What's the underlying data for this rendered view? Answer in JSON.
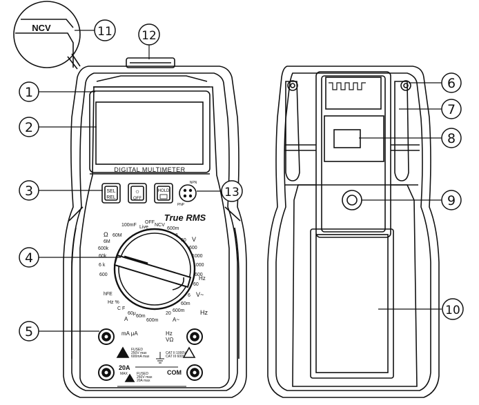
{
  "front": {
    "ncv_label": "NCV",
    "display_label": "DIGITAL MULTIMETER",
    "brand": "True RMS",
    "buttons": {
      "sel_top": "SEL",
      "sel_bottom": "REL",
      "light_bottom": "OFF",
      "hold_top": "HOLD"
    },
    "npn_label": "NPN",
    "pnp_label": "PNP",
    "dial_labels": [
      {
        "id": "100mF",
        "text": "100mF"
      },
      {
        "id": "live",
        "text": "Live"
      },
      {
        "id": "off",
        "text": "OFF"
      },
      {
        "id": "ncv",
        "text": "NCV"
      },
      {
        "id": "600m-top",
        "text": "600m"
      },
      {
        "id": "60m-ohm",
        "text": "60M"
      },
      {
        "id": "ohm",
        "text": "Ω"
      },
      {
        "id": "6m",
        "text": "6M"
      },
      {
        "id": "600k",
        "text": "600k"
      },
      {
        "id": "60k",
        "text": "60k"
      },
      {
        "id": "6k",
        "text": "6 k"
      },
      {
        "id": "600-ohm",
        "text": "600"
      },
      {
        "id": "hfe",
        "text": "hFE"
      },
      {
        "id": "hz-pct",
        "text": "Hz %"
      },
      {
        "id": "cf",
        "text": "C F"
      },
      {
        "id": "60u",
        "text": "60μ"
      },
      {
        "id": "60m-a",
        "text": "60m"
      },
      {
        "id": "600m-a",
        "text": "600m"
      },
      {
        "id": "a-dc",
        "text": "A"
      },
      {
        "id": "20-a",
        "text": "20"
      },
      {
        "id": "a-ac",
        "text": "A~"
      },
      {
        "id": "600m-hz",
        "text": "600m"
      },
      {
        "id": "hz-bottom",
        "text": "Hz"
      },
      {
        "id": "60m-v",
        "text": "60m"
      },
      {
        "id": "6-v",
        "text": "6"
      },
      {
        "id": "v-ac",
        "text": "V~"
      },
      {
        "id": "60-v",
        "text": "60"
      },
      {
        "id": "hz-mid",
        "text": "Hz"
      },
      {
        "id": "600-v",
        "text": "600"
      },
      {
        "id": "1000-a",
        "text": "1000"
      },
      {
        "id": "1000-b",
        "text": "1000"
      },
      {
        "id": "600-dc",
        "text": "600"
      },
      {
        "id": "60-dc",
        "text": "60"
      },
      {
        "id": "v-dc",
        "text": "V"
      },
      {
        "id": "6-dc",
        "text": "6"
      }
    ],
    "terminals": {
      "ma_ua": "mA μA",
      "fused_small": "FUSED",
      "fused_small_2": "250V max",
      "fused_small_3": "600mA max",
      "a20": "20A",
      "a20_max": "MAX",
      "fused_big": "FUSED",
      "fused_big_2": "250V max",
      "fused_big_3": "20A max",
      "vohm_top": "Hz",
      "vohm": "VΩ",
      "cat1": "CAT II 1000V",
      "cat2": "CAT III 600V",
      "com": "COM"
    }
  },
  "callouts": [
    "1",
    "2",
    "3",
    "4",
    "5",
    "6",
    "7",
    "8",
    "9",
    "10",
    "11",
    "12",
    "13"
  ]
}
